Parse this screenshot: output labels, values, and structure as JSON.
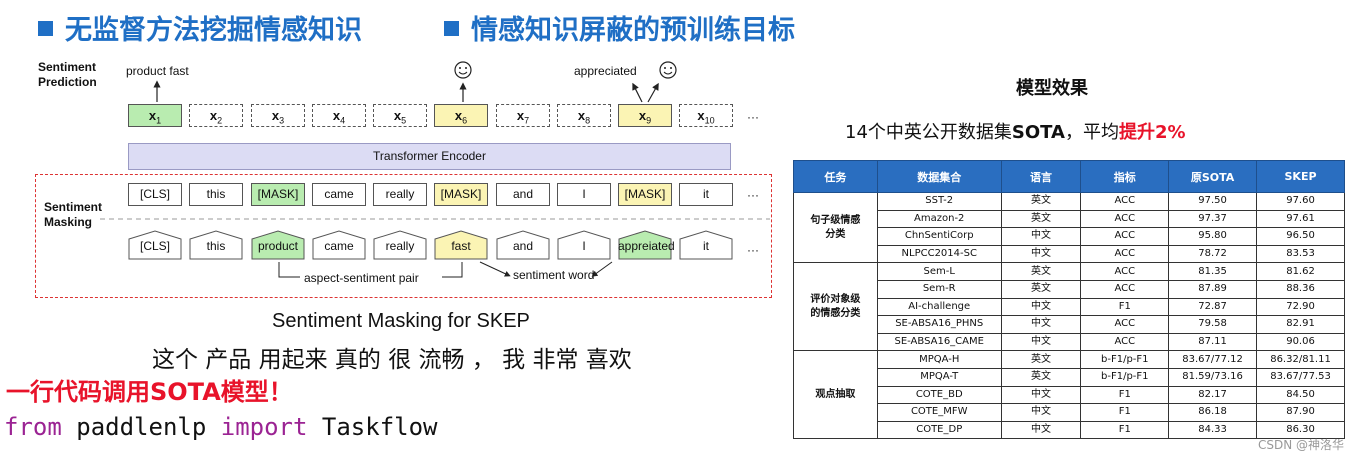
{
  "headings": {
    "left": "无监督方法挖掘情感知识",
    "right": "情感知识屏蔽的预训练目标"
  },
  "diagram": {
    "sentiment_prediction_label": [
      "Sentiment",
      "Prediction"
    ],
    "sentiment_masking_label": [
      "Sentiment",
      "Masking"
    ],
    "product_fast_label": "product fast",
    "appreciated_label": "appreciated",
    "tokens": [
      {
        "base": "x",
        "sub": "1",
        "style": "green"
      },
      {
        "base": "x",
        "sub": "2",
        "style": "plain"
      },
      {
        "base": "x",
        "sub": "3",
        "style": "plain"
      },
      {
        "base": "x",
        "sub": "4",
        "style": "plain"
      },
      {
        "base": "x",
        "sub": "5",
        "style": "plain"
      },
      {
        "base": "x",
        "sub": "6",
        "style": "yellow"
      },
      {
        "base": "x",
        "sub": "7",
        "style": "plain"
      },
      {
        "base": "x",
        "sub": "8",
        "style": "plain"
      },
      {
        "base": "x",
        "sub": "9",
        "style": "yellow"
      },
      {
        "base": "x",
        "sub": "10",
        "style": "plain"
      }
    ],
    "ellipsis": "···",
    "encoder_label": "Transformer Encoder",
    "masked_tokens": [
      "[CLS]",
      "this",
      "[MASK]",
      "came",
      "really",
      "[MASK]",
      "and",
      "I",
      "[MASK]",
      "it"
    ],
    "original_tokens": [
      "[CLS]",
      "this",
      "product",
      "came",
      "really",
      "fast",
      "and",
      "I",
      "appreiated",
      "it"
    ],
    "aspect_sentiment_pair": "aspect-sentiment pair",
    "sentiment_word": "sentiment word"
  },
  "caption": "Sentiment Masking for SKEP",
  "example_sentence": "这个 产品 用起来 真的 很 流畅 ， 我 非常 喜欢",
  "one_line_call": "一行代码调用SOTA模型！",
  "code": {
    "kw1": "from",
    "mod": " paddlenlp ",
    "kw2": "import",
    "name": " Taskflow"
  },
  "results": {
    "title": "模型效果",
    "subtitle_prefix": "14个中英公开数据集",
    "subtitle_sota": "SOTA",
    "subtitle_mid": "，平均",
    "subtitle_highlight": "提升2%",
    "headers": [
      "任务",
      "数据集合",
      "语言",
      "指标",
      "原SOTA",
      "SKEP"
    ],
    "groups": [
      {
        "task": "句子级情感分类",
        "rows": [
          [
            "SST-2",
            "英文",
            "ACC",
            "97.50",
            "97.60"
          ],
          [
            "Amazon-2",
            "英文",
            "ACC",
            "97.37",
            "97.61"
          ],
          [
            "ChnSentiCorp",
            "中文",
            "ACC",
            "95.80",
            "96.50"
          ],
          [
            "NLPCC2014-SC",
            "中文",
            "ACC",
            "78.72",
            "83.53"
          ]
        ]
      },
      {
        "task": "评价对象级的情感分类",
        "rows": [
          [
            "Sem-L",
            "英文",
            "ACC",
            "81.35",
            "81.62"
          ],
          [
            "Sem-R",
            "英文",
            "ACC",
            "87.89",
            "88.36"
          ],
          [
            "AI-challenge",
            "中文",
            "F1",
            "72.87",
            "72.90"
          ],
          [
            "SE-ABSA16_PHNS",
            "中文",
            "ACC",
            "79.58",
            "82.91"
          ],
          [
            "SE-ABSA16_CAME",
            "中文",
            "ACC",
            "87.11",
            "90.06"
          ]
        ]
      },
      {
        "task": "观点抽取",
        "rows": [
          [
            "MPQA-H",
            "英文",
            "b-F1/p-F1",
            "83.67/77.12",
            "86.32/81.11"
          ],
          [
            "MPQA-T",
            "英文",
            "b-F1/p-F1",
            "81.59/73.16",
            "83.67/77.53"
          ],
          [
            "COTE_BD",
            "中文",
            "F1",
            "82.17",
            "84.50"
          ],
          [
            "COTE_MFW",
            "中文",
            "F1",
            "86.18",
            "87.90"
          ],
          [
            "COTE_DP",
            "中文",
            "F1",
            "84.33",
            "86.30"
          ]
        ]
      }
    ]
  },
  "watermark": "CSDN @神洛华",
  "colors": {
    "heading_blue": "#1f6fc5",
    "highlight_red": "#e8132a",
    "token_green": "#b9ecb0",
    "token_yellow": "#fbf4b4",
    "encoder_purple": "#dcdcf4",
    "table_header_blue": "#2a6ec0"
  }
}
